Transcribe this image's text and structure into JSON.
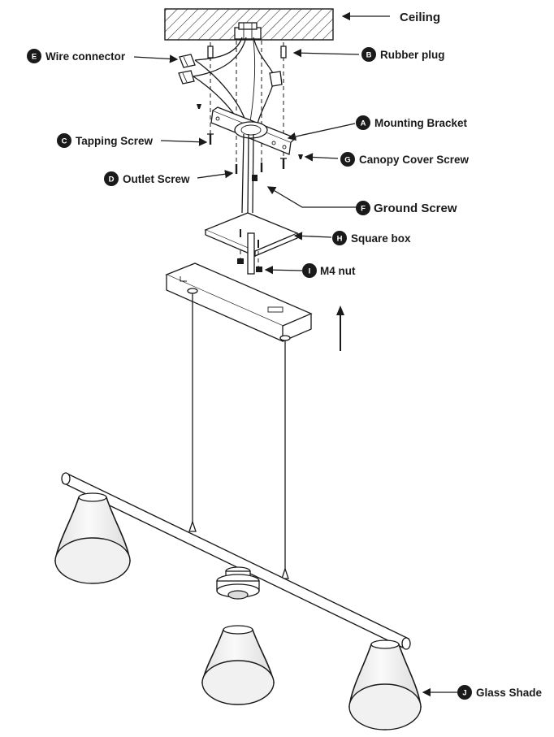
{
  "labels": {
    "ceiling": "Ceiling",
    "rubber_plug": "Rubber plug",
    "wire_connector": "Wire connector",
    "mounting_bracket": "Mounting Bracket",
    "tapping_screw": "Tapping Screw",
    "canopy_cover_screw": "Canopy Cover Screw",
    "outlet_screw": "Outlet Screw",
    "ground_screw": "Ground Screw",
    "square_box": "Square box",
    "m4_nut": "M4 nut",
    "glass_shade": "Glass Shade"
  },
  "badges": {
    "a": "A",
    "b": "B",
    "c": "C",
    "d": "D",
    "e": "E",
    "f": "F",
    "g": "G",
    "h": "H",
    "i": "I",
    "j": "J"
  },
  "icons": [
    "arrow-up-icon",
    "arrow-left-icon"
  ]
}
